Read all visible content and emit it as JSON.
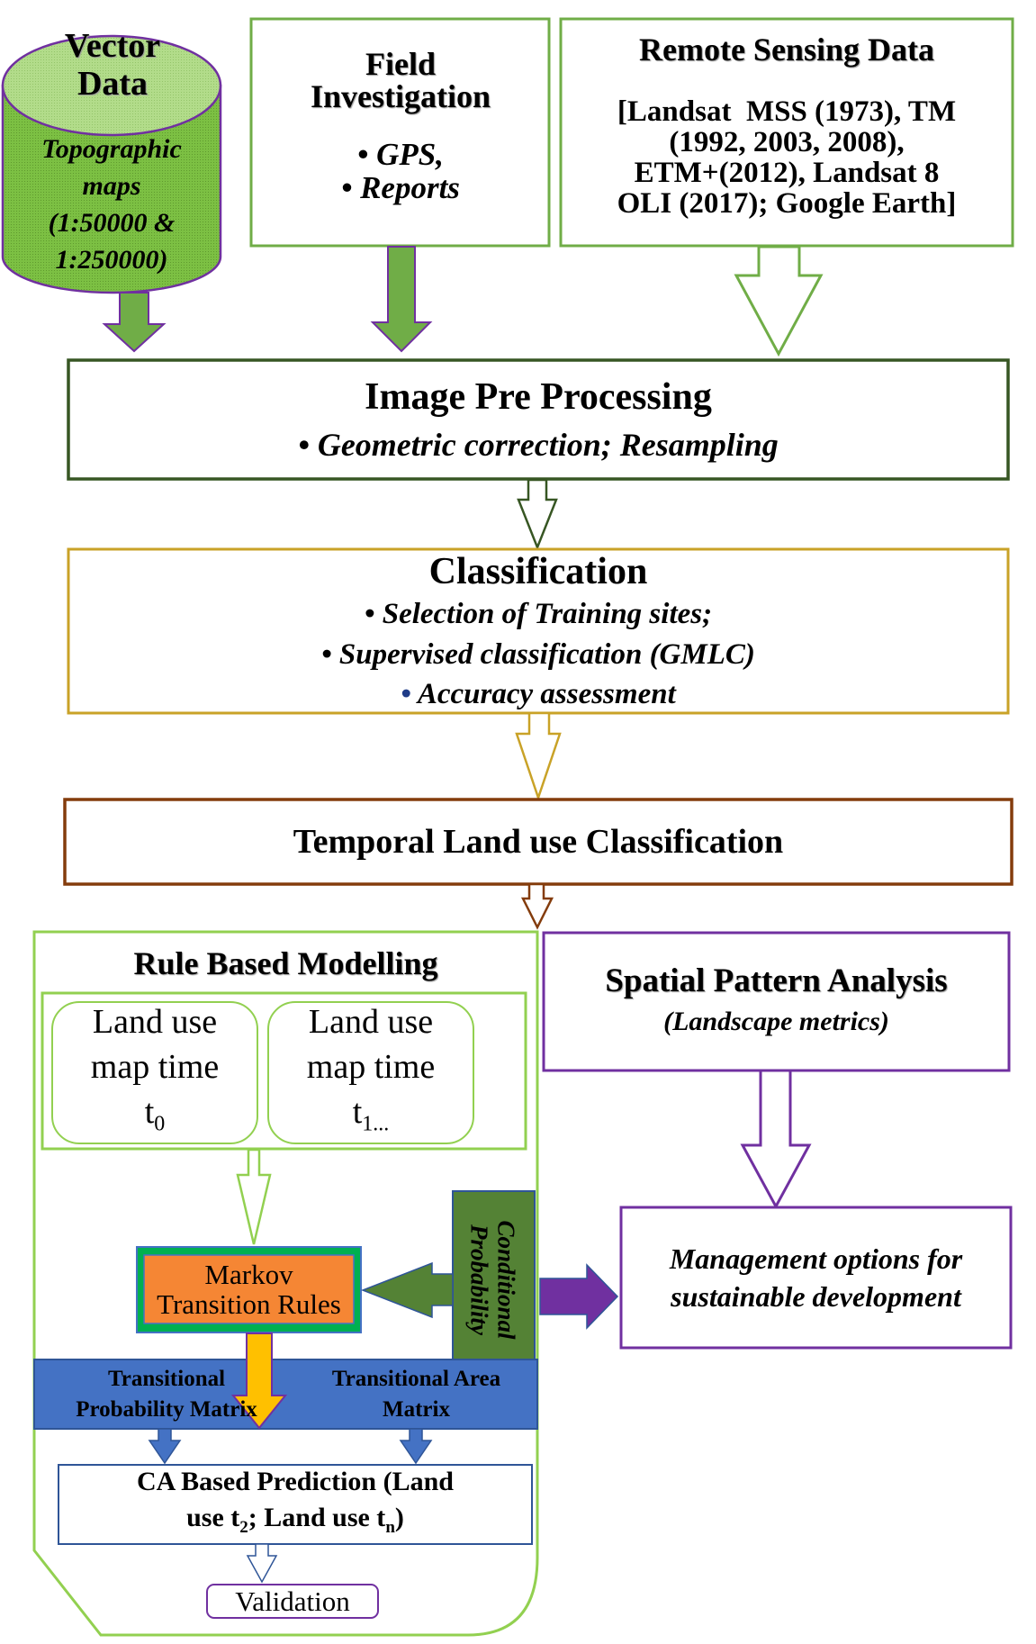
{
  "vector_data": {
    "title_line1": "Vector",
    "title_line2": "Data",
    "sub_lines": [
      "Topographic",
      "maps",
      "(1:50000 &",
      "1:250000)"
    ]
  },
  "field_investigation": {
    "title_line1": "Field",
    "title_line2": "Investigation",
    "bullets": [
      "GPS,",
      "Reports"
    ]
  },
  "remote_sensing": {
    "title": "Remote Sensing Data",
    "lines": [
      "[Landsat  MSS (1973), TM",
      "(1992, 2003, 2008),",
      "ETM+(2012), Landsat 8",
      "OLI (2017); Google Earth]"
    ]
  },
  "image_preprocessing": {
    "title": "Image Pre Processing",
    "bullet": "Geometric correction; Resampling"
  },
  "classification": {
    "title": "Classification",
    "bullets": [
      "Selection of Training sites;",
      "Supervised classification (GMLC)",
      "Accuracy assessment"
    ]
  },
  "temporal": {
    "title": "Temporal Land use Classification"
  },
  "rule_based": {
    "title": "Rule Based Modelling",
    "map_t0": {
      "line1": "Land use",
      "line2": "map time",
      "var": "t",
      "sub": "0"
    },
    "map_t1": {
      "line1": "Land use",
      "line2": "map time",
      "var": "t",
      "sub": "1..."
    },
    "markov_line1": "Markov",
    "markov_line2": "Transition Rules",
    "conditional_line1": "Conditional",
    "conditional_line2": "Probability",
    "tpm_line1": "Transitional",
    "tpm_line2": "Probability Matrix",
    "tam_line1": "Transitional Area",
    "tam_line2": "Matrix",
    "ca_line1": "CA Based Prediction (Land",
    "ca_line2_a": "use t",
    "ca_line2_sub1": "2",
    "ca_line2_b": "; Land use t",
    "ca_line2_sub2": "n",
    "ca_line2_c": ")",
    "validation": "Validation"
  },
  "spatial": {
    "title": "Spatial Pattern Analysis",
    "subtitle": "(Landscape metrics)"
  },
  "management": {
    "line1": "Management options for",
    "line2": "sustainable development"
  },
  "colors": {
    "green_light": "#70ad47",
    "green_bright": "#92d050",
    "green_dark": "#375623",
    "gold": "#c9a227",
    "brown": "#843c0c",
    "purple": "#7030a0",
    "orange": "#f58634",
    "blue": "#4472c4",
    "olive": "#548235",
    "yellow": "#ffc000"
  }
}
